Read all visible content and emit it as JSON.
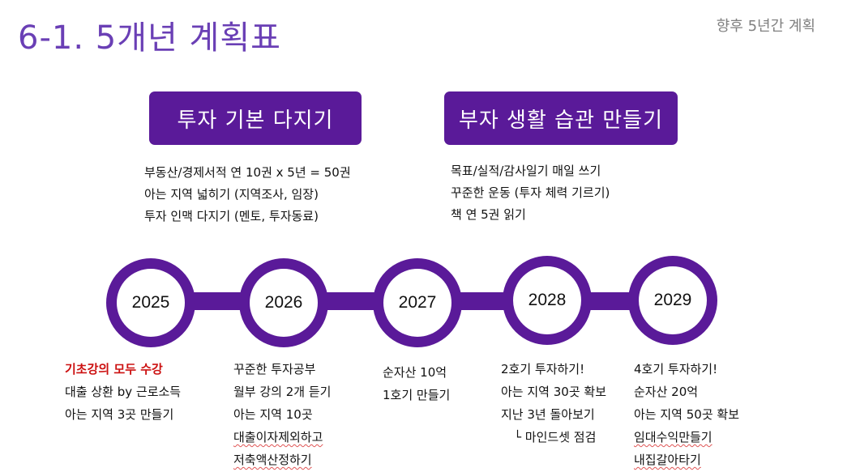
{
  "header": {
    "title": "6-1. 5개년 계획표",
    "subtitle": "향후 5년간 계획"
  },
  "goals": {
    "left": {
      "label": "투자 기본 다지기",
      "items": [
        "부동산/경제서적 연 10권 x 5년 = 50권",
        "아는 지역 넓히기 (지역조사, 임장)",
        "투자 인맥 다지기 (멘토, 투자동료)"
      ]
    },
    "right": {
      "label": "부자 생활 습관 만들기",
      "items": [
        "목표/실적/감사일기 매일 쓰기",
        "꾸준한 운동 (투자 체력 기르기)",
        "책 연 5권 읽기"
      ]
    }
  },
  "timeline": {
    "years": [
      "2025",
      "2026",
      "2027",
      "2028",
      "2029"
    ],
    "accent_color": "#5a1a99"
  },
  "plans": {
    "y2025": [
      "기초강의 모두 수강",
      "대출 상환 by 근로소득",
      "아는 지역 3곳 만들기"
    ],
    "y2026": [
      "꾸준한 투자공부",
      "월부 강의 2개 듣기",
      "아는 지역 10곳",
      "대출이자제외하고",
      "저축액산정하기"
    ],
    "y2027": [
      "순자산 10억",
      "1호기 만들기"
    ],
    "y2028": [
      "2호기 투자하기!",
      "아는 지역 30곳 확보",
      "지난 3년 돌아보기",
      "└ 마인드셋 점검"
    ],
    "y2029": [
      "4호기 투자하기!",
      "순자산 20억",
      "아는 지역 50곳 확보",
      "임대수익만들기",
      "내집갈아타기"
    ]
  }
}
